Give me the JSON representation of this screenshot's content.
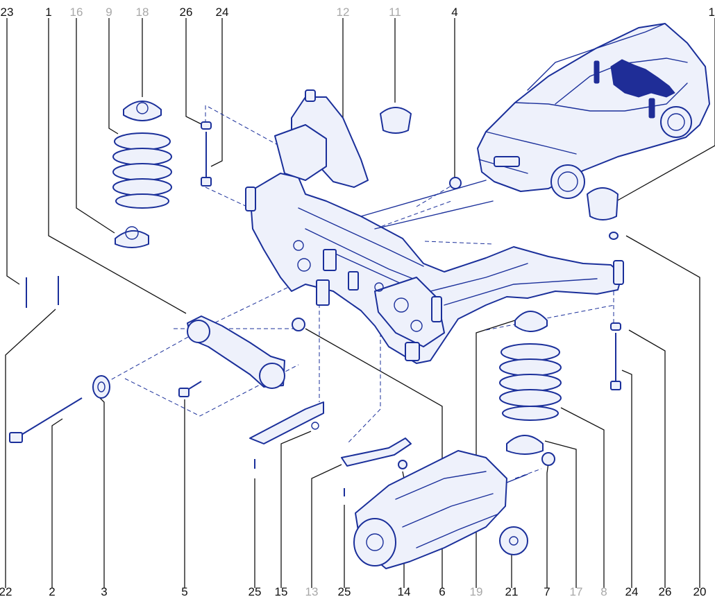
{
  "callouts": [
    {
      "id": "c23",
      "text": "23",
      "muted": false
    },
    {
      "id": "c1a",
      "text": "1",
      "muted": false
    },
    {
      "id": "c16",
      "text": "16",
      "muted": true
    },
    {
      "id": "c9",
      "text": "9",
      "muted": true
    },
    {
      "id": "c18",
      "text": "18",
      "muted": true
    },
    {
      "id": "c26a",
      "text": "26",
      "muted": false
    },
    {
      "id": "c24a",
      "text": "24",
      "muted": false
    },
    {
      "id": "c12",
      "text": "12",
      "muted": true
    },
    {
      "id": "c11",
      "text": "11",
      "muted": true
    },
    {
      "id": "c4",
      "text": "4",
      "muted": false
    },
    {
      "id": "c1b",
      "text": "1",
      "muted": false
    },
    {
      "id": "c22",
      "text": "22",
      "muted": false
    },
    {
      "id": "c2",
      "text": "2",
      "muted": false
    },
    {
      "id": "c3",
      "text": "3",
      "muted": false
    },
    {
      "id": "c5",
      "text": "5",
      "muted": false
    },
    {
      "id": "c25a",
      "text": "25",
      "muted": false
    },
    {
      "id": "c15",
      "text": "15",
      "muted": false
    },
    {
      "id": "c13",
      "text": "13",
      "muted": true
    },
    {
      "id": "c25b",
      "text": "25",
      "muted": false
    },
    {
      "id": "c14",
      "text": "14",
      "muted": false
    },
    {
      "id": "c6",
      "text": "6",
      "muted": false
    },
    {
      "id": "c19",
      "text": "19",
      "muted": true
    },
    {
      "id": "c21",
      "text": "21",
      "muted": false
    },
    {
      "id": "c7",
      "text": "7",
      "muted": false
    },
    {
      "id": "c17",
      "text": "17",
      "muted": true
    },
    {
      "id": "c8",
      "text": "8",
      "muted": true
    },
    {
      "id": "c24b",
      "text": "24",
      "muted": false
    },
    {
      "id": "c26b",
      "text": "26",
      "muted": false
    },
    {
      "id": "c20",
      "text": "20",
      "muted": false
    }
  ],
  "colors": {
    "line_art": "#1a2f9a",
    "highlight": "#1f2d97",
    "callout_text": "#111111",
    "callout_muted": "#a8a8a8"
  },
  "icons": {
    "vehicle": "suv-outline-icon",
    "subframe": "rear-subframe-icon",
    "spring": "coil-spring-icon",
    "transmission": "rear-differential-icon"
  }
}
